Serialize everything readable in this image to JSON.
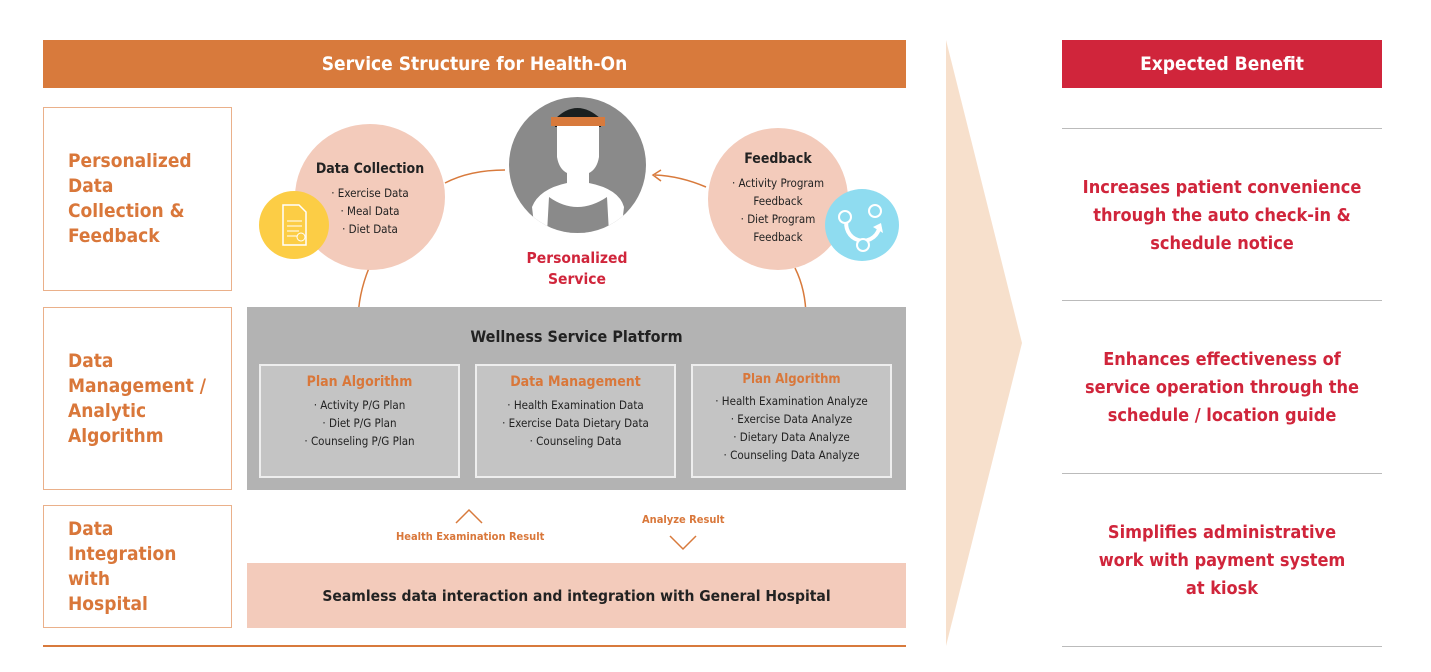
{
  "header": {
    "title": "Service Structure for Health-On"
  },
  "left_labels": [
    "Personalized Data Collection & Feedback",
    "Data Management / Analytic Algorithm",
    "Data Integration with Hospital"
  ],
  "data_collection": {
    "title": "Data Collection",
    "items": [
      "· Exercise Data",
      "· Meal Data",
      "· Diet Data"
    ]
  },
  "feedback": {
    "title": "Feedback",
    "items": [
      "· Activity Program",
      "Feedback",
      "· Diet Program",
      "Feedback"
    ]
  },
  "personalized": {
    "line1": "Personalized",
    "line2": "Service"
  },
  "platform": {
    "title": "Wellness Service Platform",
    "boxes": [
      {
        "title": "Plan Algorithm",
        "items": [
          "· Activity P/G Plan",
          "· Diet P/G Plan",
          "· Counseling P/G Plan"
        ]
      },
      {
        "title": "Data Management",
        "items": [
          "· Health Examination Data",
          "· Exercise Data Dietary Data",
          "· Counseling Data"
        ]
      },
      {
        "title": "Plan Algorithm",
        "items": [
          "· Health Examination Analyze",
          "· Exercise Data Analyze",
          "· Dietary Data Analyze",
          "· Counseling Data Analyze"
        ]
      }
    ]
  },
  "flows": {
    "up": "Health Examination Result",
    "down": "Analyze Result"
  },
  "hospital": {
    "text": "Seamless data interaction and integration with General Hospital"
  },
  "benefit": {
    "title": "Expected Benefit",
    "items": [
      "Increases patient convenience through the auto check-in & schedule notice",
      "Enhances effectiveness of service operation through the schedule / location guide",
      "Simplifies administrative work with payment system at kiosk"
    ]
  },
  "colors": {
    "orange": "#d87a3c",
    "red": "#d0253b",
    "peach": "#f3cbbb",
    "gray": "#b3b3b3"
  }
}
